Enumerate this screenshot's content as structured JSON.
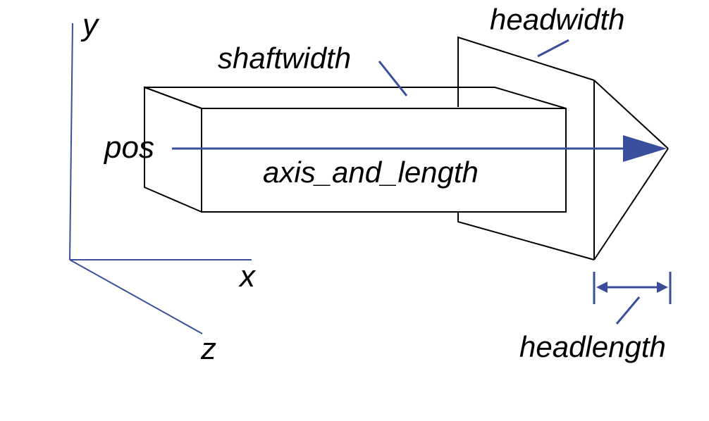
{
  "colors": {
    "accent": "#3a4f9c",
    "line": "#000000",
    "background": "#ffffff"
  },
  "labels": {
    "y_axis": "y",
    "x_axis": "x",
    "z_axis": "z",
    "shaftwidth": "shaftwidth",
    "headwidth": "headwidth",
    "pos": "pos",
    "axis_and_length": "axis_and_length",
    "headlength": "headlength"
  }
}
